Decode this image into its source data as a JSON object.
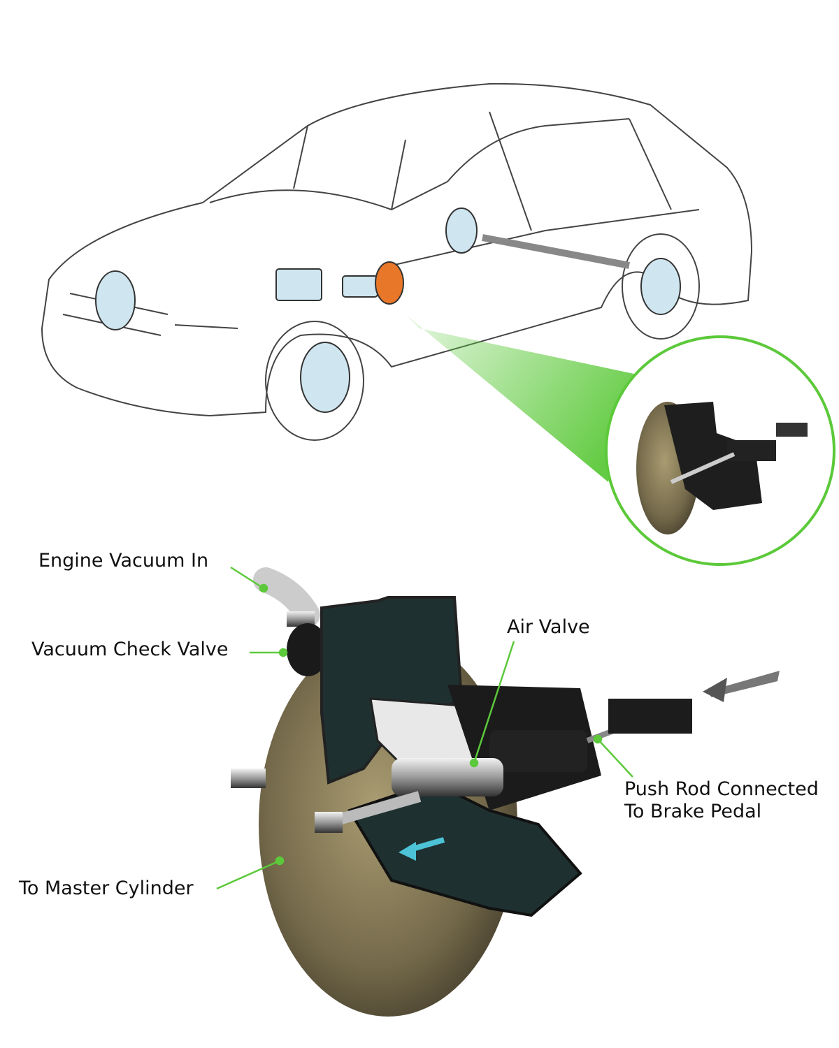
{
  "colors": {
    "accent_green": "#5cc93a",
    "booster_body": "#7a7150",
    "highlight_orange": "#e8772a",
    "part_blue": "#cfe6f0"
  },
  "labels": {
    "engine_vacuum_in": "Engine Vacuum In",
    "vacuum_check_valve": "Vacuum Check Valve",
    "air_valve": "Air Valve",
    "push_rod_line1": "Push Rod Connected",
    "push_rod_line2": "To Brake Pedal",
    "to_master_cylinder": "To Master Cylinder"
  }
}
